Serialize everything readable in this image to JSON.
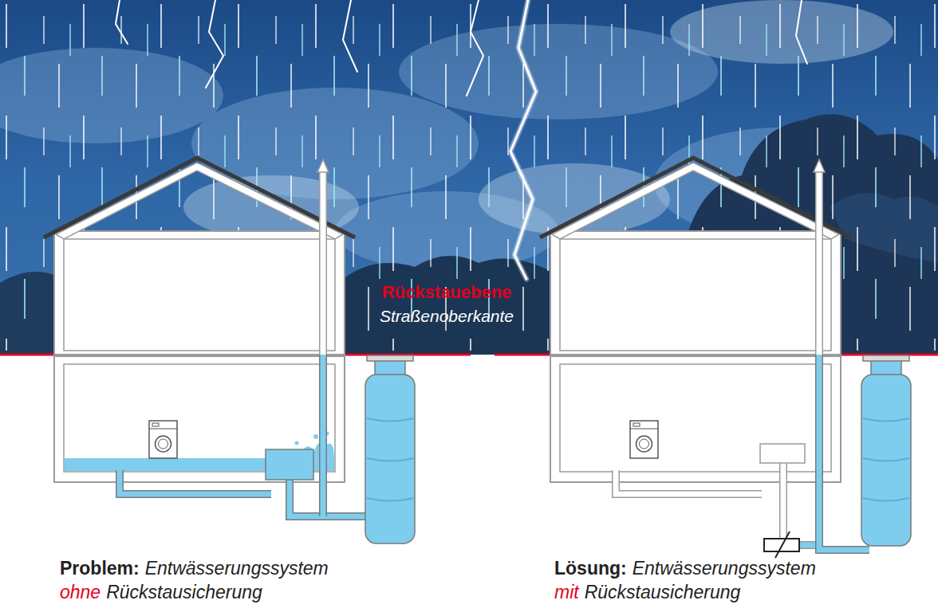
{
  "diagram": {
    "labels": [
      "Rückstauebene",
      "Straßenoberkante",
      "Problem:",
      "Entwässerungssystem",
      "ohne",
      "Rückstausicherung",
      "Lösung:",
      "Entwässerungssystem",
      "mit",
      "Rückstausicherung"
    ]
  }
}
